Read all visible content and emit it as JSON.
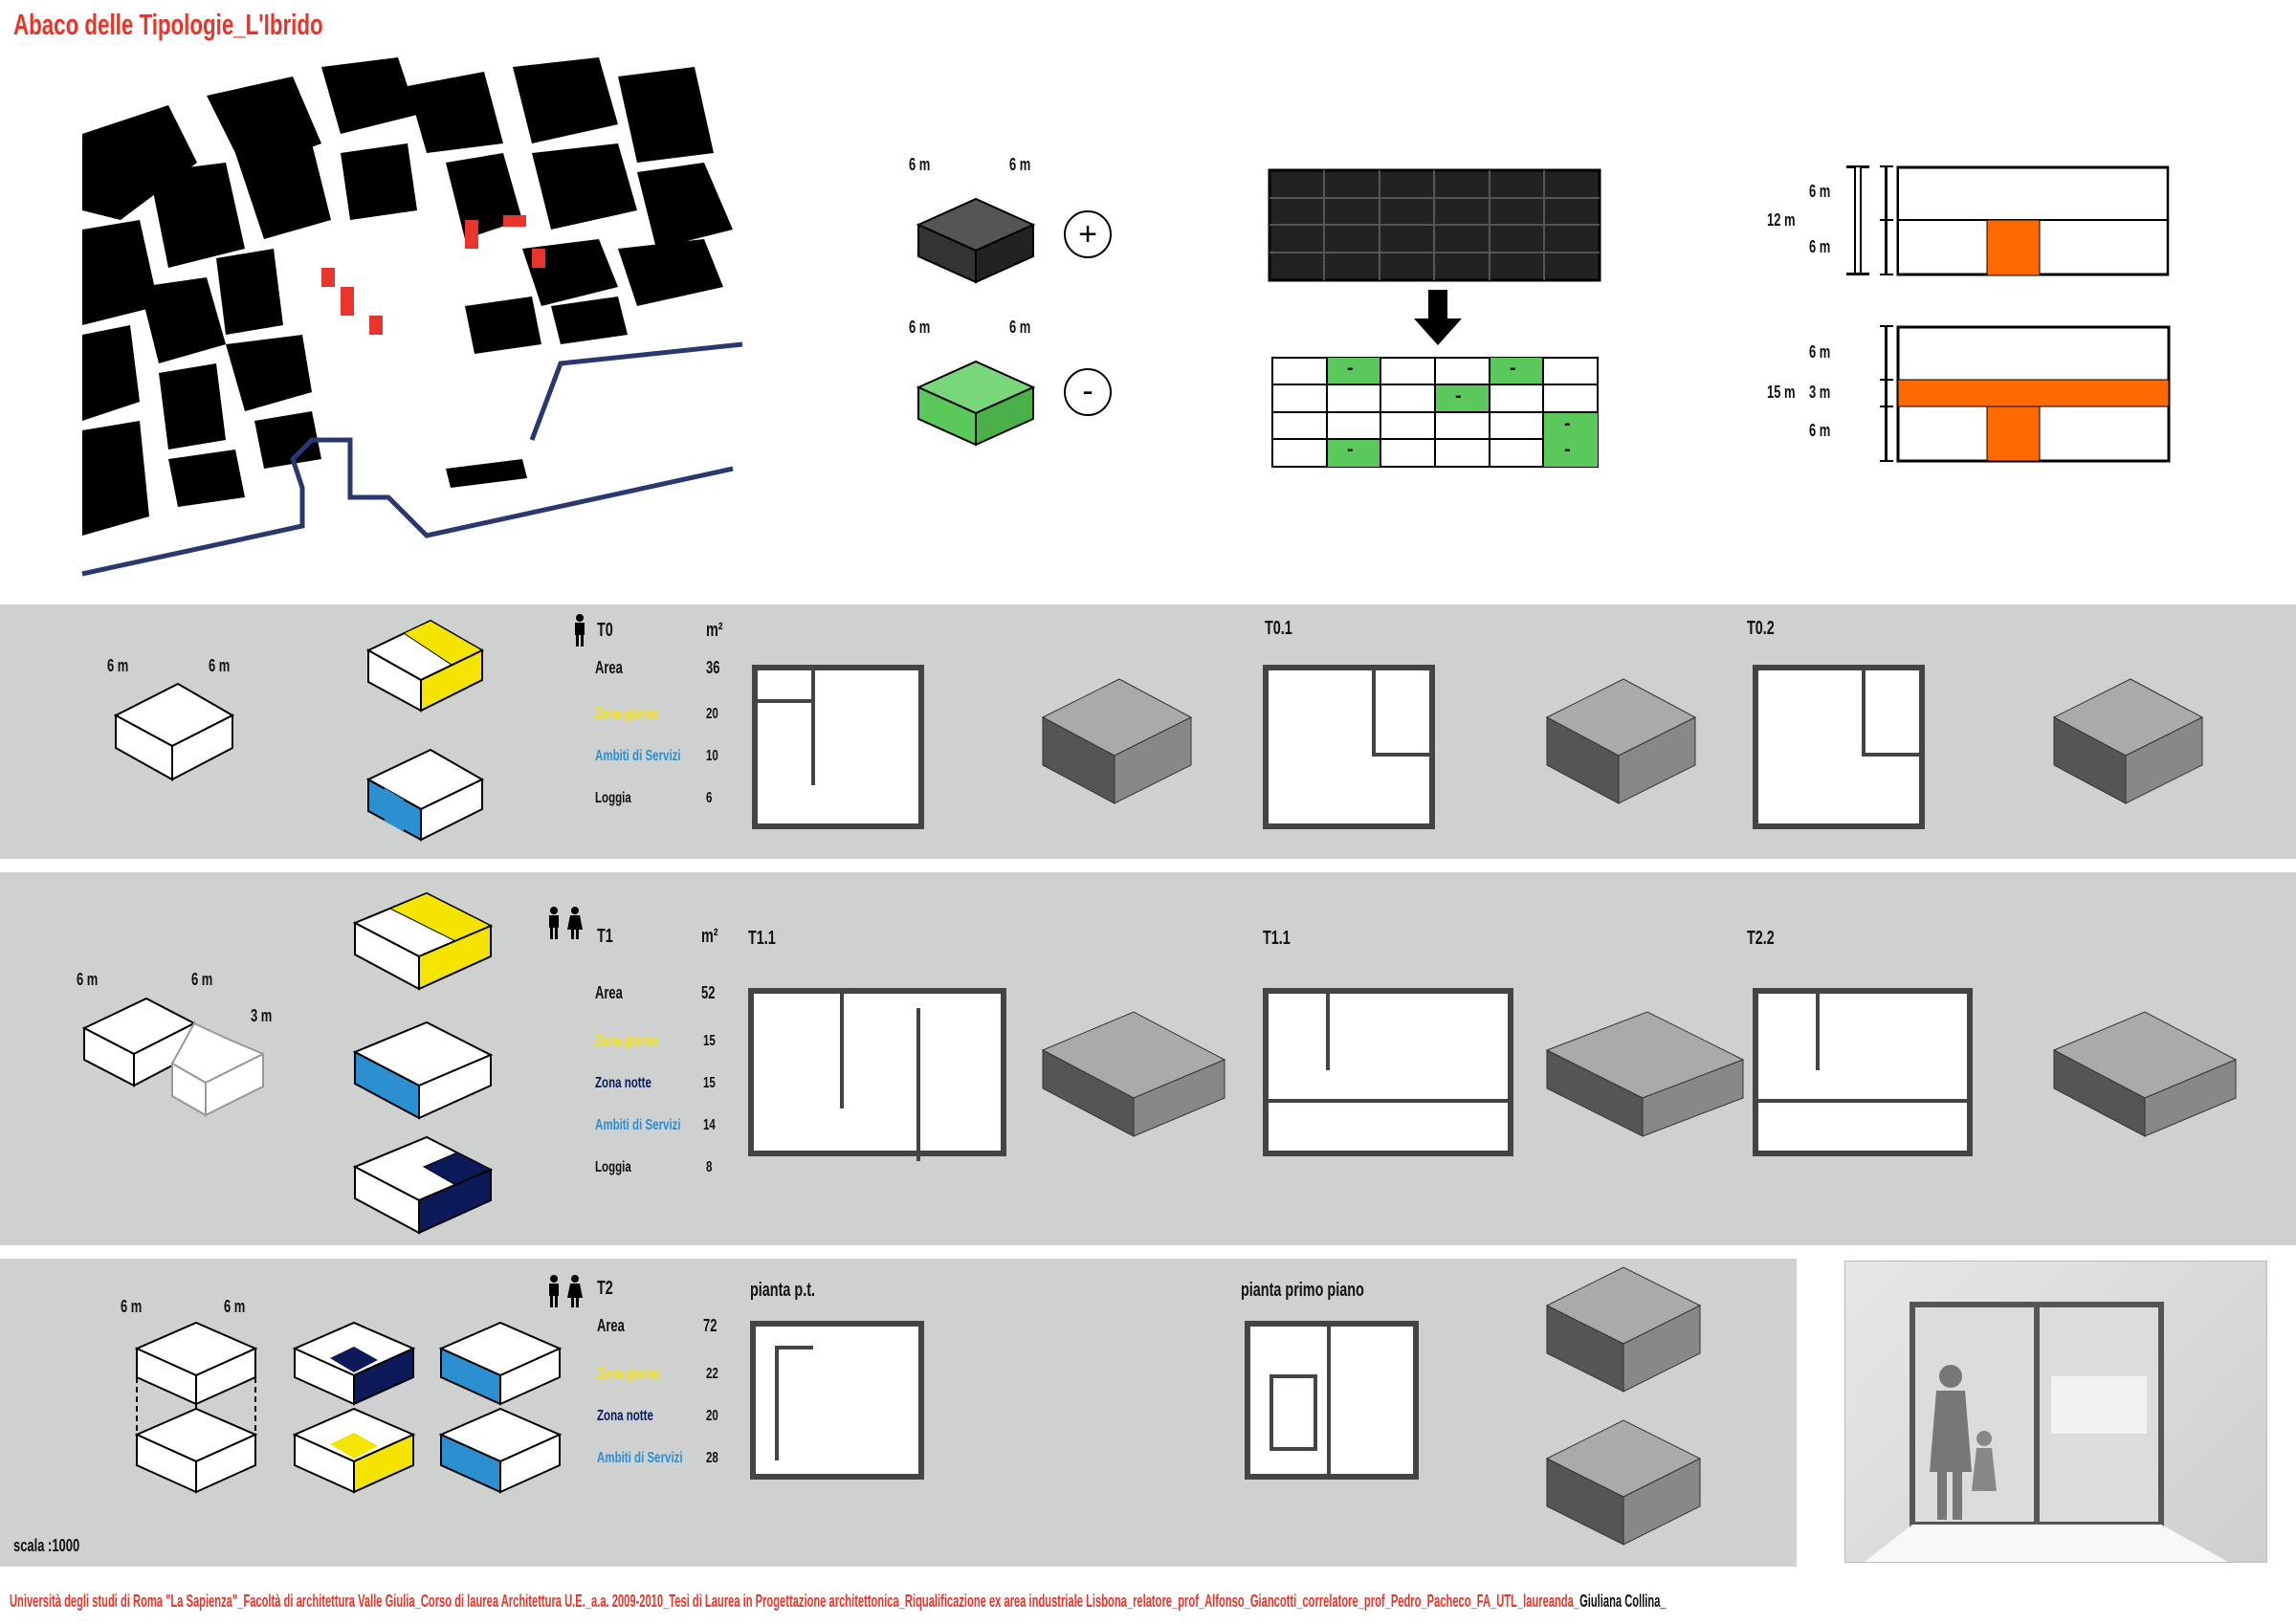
{
  "header": {
    "title": "Abaco delle Tipologie_L'Ibrido"
  },
  "top": {
    "cube_dims": {
      "a": "6 m",
      "b": "6 m"
    },
    "plus_symbol": "+",
    "minus_symbol": "-",
    "cell_minus": "-",
    "section_12": {
      "total": "12 m",
      "upper": "6 m",
      "lower": "6 m"
    },
    "section_15": {
      "total": "15 m",
      "upper": "6 m",
      "middle": "3 m",
      "lower": "6 m"
    }
  },
  "t0": {
    "code": "T0",
    "unit": "m²",
    "dims": {
      "a": "6 m",
      "b": "6 m"
    },
    "rows": [
      {
        "label": "Area",
        "value": "36"
      },
      {
        "label": "Zona giorno",
        "value": "20"
      },
      {
        "label": "Ambiti di Servizi",
        "value": "10"
      },
      {
        "label": "Loggia",
        "value": "6"
      }
    ],
    "variants": [
      "T0.1",
      "T0.2"
    ]
  },
  "t1": {
    "code": "T1",
    "unit": "m²",
    "dims": {
      "a": "6 m",
      "b": "6 m",
      "c": "3 m"
    },
    "rows": [
      {
        "label": "Area",
        "value": "52"
      },
      {
        "label": "Zona giorno",
        "value": "15"
      },
      {
        "label": "Zona notte",
        "value": "15"
      },
      {
        "label": "Ambiti di Servizi",
        "value": "14"
      },
      {
        "label": "Loggia",
        "value": "8"
      }
    ],
    "variants": [
      "T1.1",
      "T1.1",
      "T2.2"
    ]
  },
  "t2": {
    "code": "T2",
    "dims": {
      "a": "6 m",
      "b": "6 m"
    },
    "rows": [
      {
        "label": "Area",
        "value": "72"
      },
      {
        "label": "Zona giorno",
        "value": "22"
      },
      {
        "label": "Zona notte",
        "value": "20"
      },
      {
        "label": "Ambiti di Servizi",
        "value": "28"
      }
    ],
    "plans": [
      "pianta p.t.",
      "pianta primo piano"
    ]
  },
  "scale": "scala :1000",
  "footer": {
    "text": "Università degli studi di Roma \"La Sapienza\"_Facoltà di architettura Valle Giulia_Corso di laurea Architettura U.E._a.a. 2009-2010_Tesi di Laurea in Progettazione architettonica_Riqualificazione ex area industriale Lisbona_relatore_prof_Alfonso_Giancotti_correlatore_prof_Pedro_Pacheco_FA_UTL_laureanda_",
    "author": "Giuliana Collina_"
  },
  "colors": {
    "title_red": "#e8352b",
    "zona_giorno": "#f5e400",
    "ambiti_servizi": "#2b8fd0",
    "zona_notte": "#0d1a5a",
    "green": "#5ac85a",
    "orange": "#ff6a00",
    "band_gray": "#cfd0d0"
  }
}
